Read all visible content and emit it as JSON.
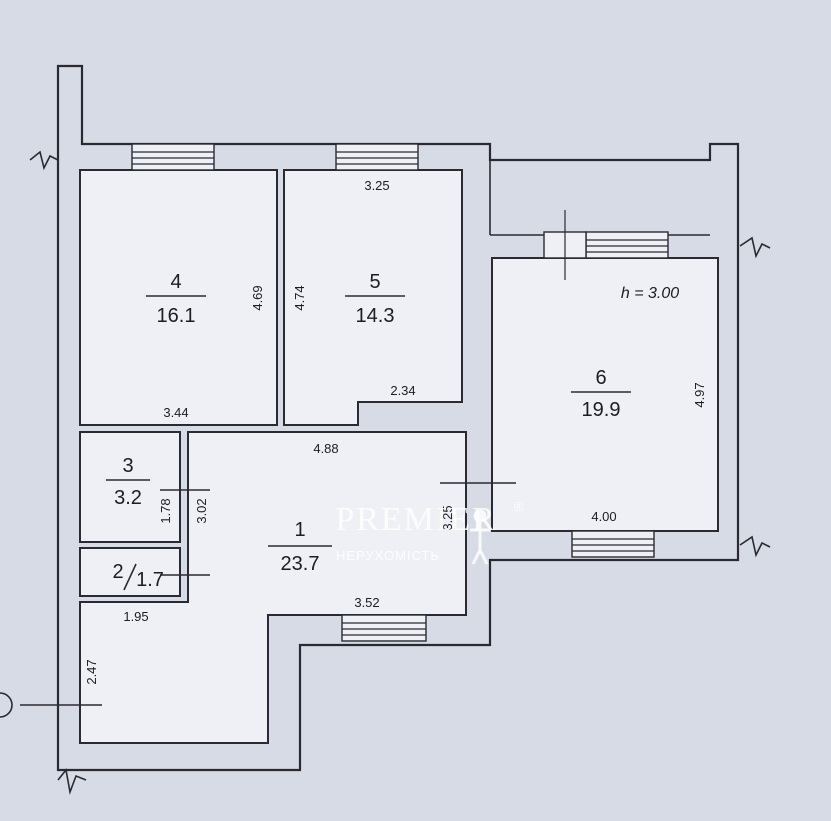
{
  "plan": {
    "ceiling_height": "h = 3.00",
    "rooms": [
      {
        "number": "1",
        "area": "23.7"
      },
      {
        "number": "2",
        "area": "1.7"
      },
      {
        "number": "3",
        "area": "3.2"
      },
      {
        "number": "4",
        "area": "16.1"
      },
      {
        "number": "5",
        "area": "14.3"
      },
      {
        "number": "6",
        "area": "19.9"
      }
    ],
    "dimensions": {
      "d_325": "3.25",
      "d_469": "4.69",
      "d_474": "4.74",
      "d_344": "3.44",
      "d_234": "2.34",
      "d_488": "4.88",
      "d_497": "4.97",
      "d_400": "4.00",
      "d_178": "1.78",
      "d_302": "3.02",
      "d_325b": "3.25",
      "d_195": "1.95",
      "d_352": "3.52",
      "d_247": "2.47"
    }
  },
  "watermark": {
    "brand": "PREMIER",
    "registered": "®",
    "tagline": "НЕРУХОМІСТЬ"
  },
  "colors": {
    "background": "#d6dbe6",
    "room_fill": "#eef0f6",
    "line": "#2a2a30"
  }
}
